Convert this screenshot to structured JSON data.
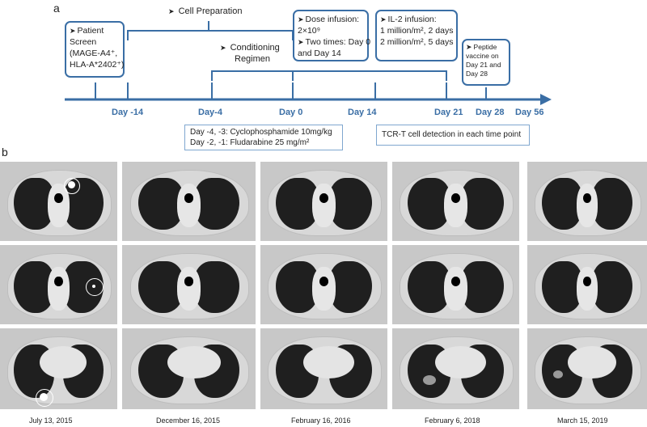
{
  "panel_a": {
    "letter": "a",
    "boxes": [
      {
        "id": "patient-screen",
        "lines": [
          "Patient",
          "Screen",
          "(MAGE-A4⁺,",
          "HLA-A*2402⁺)"
        ]
      },
      {
        "id": "dose-infusion",
        "lines": [
          "Dose infusion:",
          "2×10⁹",
          "Two times: Day 0",
          "and Day 14"
        ]
      },
      {
        "id": "il2-infusion",
        "lines": [
          "IL-2 infusion:",
          "1 million/m², 2 days",
          "2 million/m², 5 days"
        ]
      },
      {
        "id": "peptide-vaccine",
        "lines": [
          "Peptide",
          "vaccine on",
          "Day 21 and",
          "Day 28"
        ]
      }
    ],
    "cell_preparation": "Cell Preparation",
    "conditioning": [
      "Conditioning",
      "Regimen"
    ],
    "days": [
      "Day -14",
      "Day-4",
      "Day 0",
      "Day 14",
      "Day 21",
      "Day 28",
      "Day 56"
    ],
    "conditioning_note": [
      "Day -4, -3: Cyclophosphamide 10mg/kg",
      "Day -2, -1: Fludarabine 25 mg/m²"
    ],
    "tcr_note": "TCR-T cell detection in each time point"
  },
  "panel_b": {
    "letter": "b",
    "dates": [
      "July 13, 2015",
      "December 16, 2015",
      "February 16, 2016",
      "February  6, 2018",
      "March  15, 2019"
    ]
  },
  "colors": {
    "accent": "#3a6ea5",
    "note_border": "#7fa7cf"
  }
}
